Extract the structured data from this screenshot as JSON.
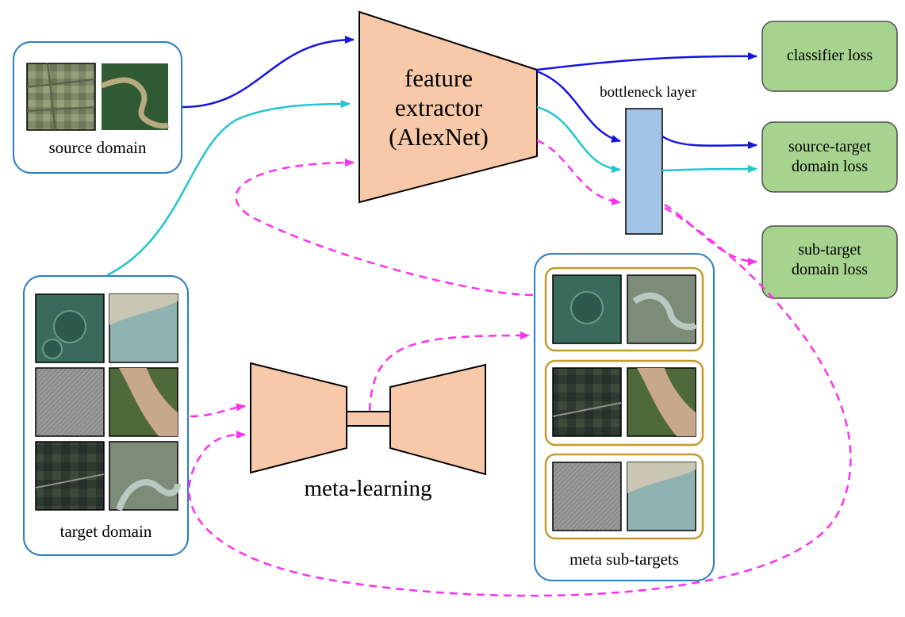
{
  "labels": {
    "source_domain": "source domain",
    "target_domain": "target domain",
    "meta_sub_targets": "meta sub-targets",
    "feature_extractor": [
      "feature",
      "extractor",
      "(AlexNet)"
    ],
    "meta_learning": "meta-learning",
    "bottleneck_layer": "bottleneck layer",
    "classifier_loss": "classifier loss",
    "source_target_loss": [
      "source-target",
      "domain loss"
    ],
    "sub_target_loss": [
      "sub-target",
      "domain loss"
    ]
  },
  "colors": {
    "domain_box_border": "#2a7fc1",
    "subtarget_group_border": "#c49a2c",
    "network_fill": "#f7c9a9",
    "bottleneck_fill": "#a3c4e6",
    "loss_fill": "#a6d48f",
    "arrow_source": "#1515e0",
    "arrow_target": "#22c6cf",
    "arrow_meta": "#ff2ef0"
  }
}
